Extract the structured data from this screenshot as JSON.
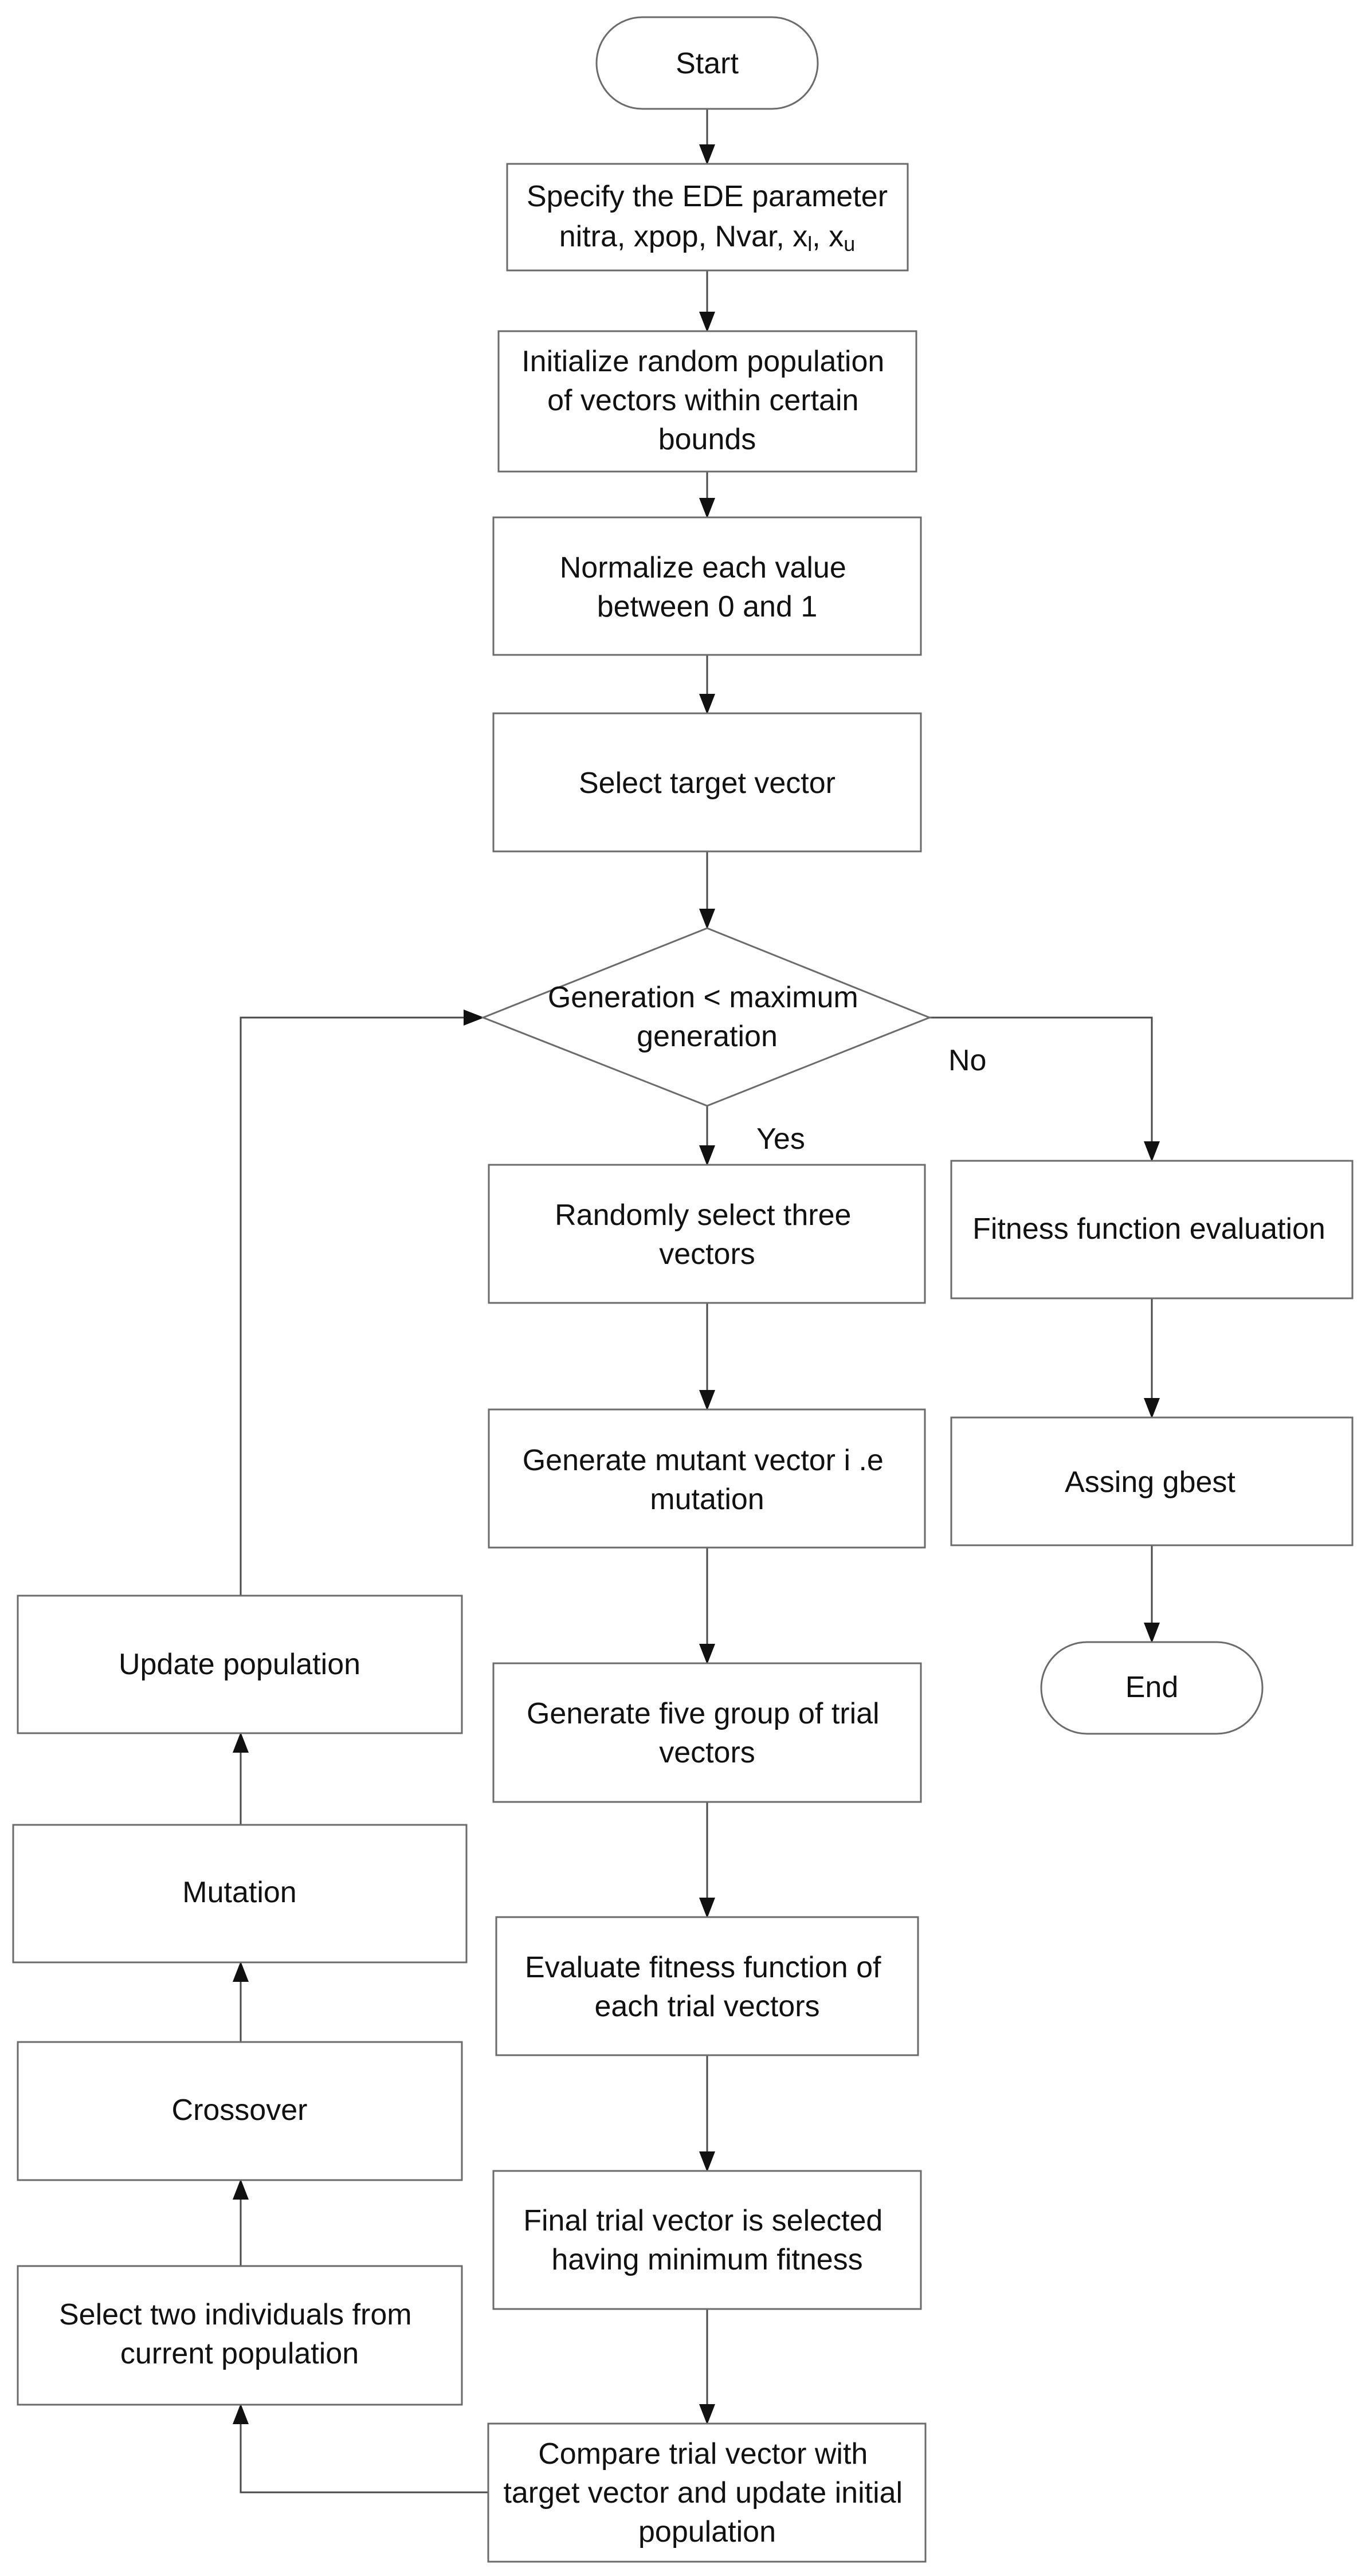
{
  "nodes": {
    "start": {
      "lines": [
        "Start"
      ]
    },
    "specify": {
      "lines": [
        "Specify the EDE parameter",
        "nitra, xpop, Nvar, x",
        ", x"
      ],
      "sub_lower": "l",
      "sub_upper": "u",
      "line1": "Specify the EDE parameter",
      "line2_main": "nitra, xpop, Nvar, x",
      "line2_sep": ", x"
    },
    "init": {
      "lines": [
        "Initialize random population",
        "of vectors within certain",
        "bounds"
      ]
    },
    "normalize": {
      "lines": [
        "Normalize each value",
        "between 0 and 1"
      ]
    },
    "select_target": {
      "lines": [
        "Select target vector"
      ]
    },
    "decision": {
      "lines": [
        "Generation <  maximum",
        "generation"
      ]
    },
    "random_three": {
      "lines": [
        "Randomly select three",
        "vectors"
      ]
    },
    "mutant": {
      "lines": [
        "Generate mutant vector i .e",
        "mutation"
      ]
    },
    "five_group": {
      "lines": [
        "Generate five group of trial",
        "vectors"
      ]
    },
    "evaluate": {
      "lines": [
        "Evaluate fitness function of",
        "each trial vectors"
      ]
    },
    "final_trial": {
      "lines": [
        "Final trial vector is selected",
        "having minimum fitness"
      ]
    },
    "compare": {
      "lines": [
        "Compare trial vector with",
        "target vector and update initial",
        "population"
      ]
    },
    "select_two": {
      "lines": [
        "Select two individuals from",
        "current population"
      ]
    },
    "crossover": {
      "lines": [
        "Crossover"
      ]
    },
    "mutation": {
      "lines": [
        "Mutation"
      ]
    },
    "update": {
      "lines": [
        "Update population"
      ]
    },
    "fitness_eval": {
      "lines": [
        "Fitness function evaluation"
      ]
    },
    "gbest": {
      "lines": [
        "Assing gbest"
      ]
    },
    "end": {
      "lines": [
        "End"
      ]
    }
  },
  "edge_labels": {
    "yes": "Yes",
    "no": "No"
  },
  "colors": {
    "stroke": "#6b6b6b",
    "edge": "#4a4a4a",
    "text": "#111111",
    "background": "#ffffff"
  }
}
